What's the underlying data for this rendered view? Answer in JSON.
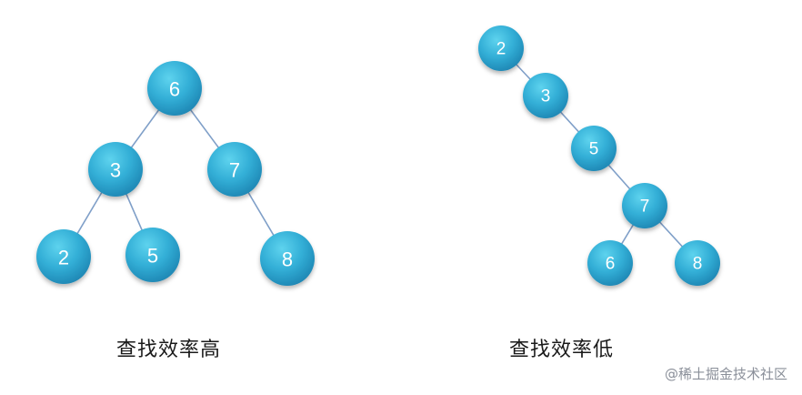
{
  "colors": {
    "node_fill_light": "#5ed3ee",
    "node_fill_dark": "#1f93bf",
    "edge": "#7f9fc8",
    "label": "#ffffff"
  },
  "trees": [
    {
      "id": "balanced",
      "caption": "查找效率高",
      "nodes": [
        {
          "id": "b6",
          "label": "6"
        },
        {
          "id": "b3",
          "label": "3"
        },
        {
          "id": "b7",
          "label": "7"
        },
        {
          "id": "b2",
          "label": "2"
        },
        {
          "id": "b5",
          "label": "5"
        },
        {
          "id": "b8",
          "label": "8"
        }
      ],
      "edges": [
        [
          "b6",
          "b3"
        ],
        [
          "b6",
          "b7"
        ],
        [
          "b3",
          "b2"
        ],
        [
          "b3",
          "b5"
        ],
        [
          "b7",
          "b8"
        ]
      ]
    },
    {
      "id": "skewed",
      "caption": "查找效率低",
      "nodes": [
        {
          "id": "s2",
          "label": "2"
        },
        {
          "id": "s3",
          "label": "3"
        },
        {
          "id": "s5",
          "label": "5"
        },
        {
          "id": "s7",
          "label": "7"
        },
        {
          "id": "s6",
          "label": "6"
        },
        {
          "id": "s8",
          "label": "8"
        }
      ],
      "edges": [
        [
          "s2",
          "s3"
        ],
        [
          "s3",
          "s5"
        ],
        [
          "s5",
          "s7"
        ],
        [
          "s7",
          "s6"
        ],
        [
          "s7",
          "s8"
        ]
      ]
    }
  ],
  "watermark": "@稀土掘金技术社区"
}
